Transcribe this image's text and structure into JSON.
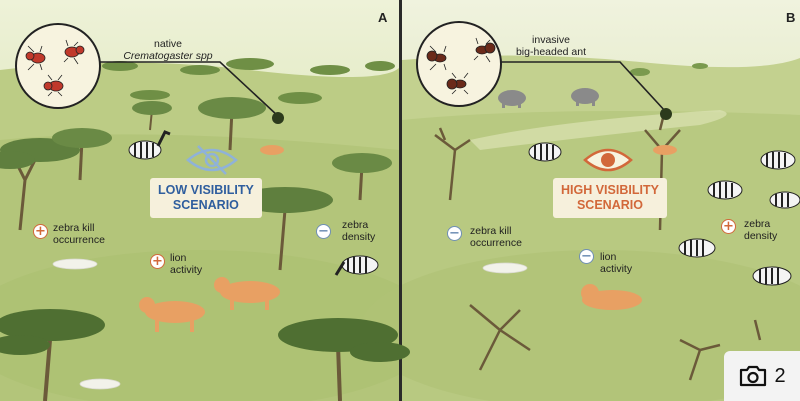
{
  "panels": {
    "left": {
      "letter": "A",
      "callout_line1": "native",
      "callout_line2": "Crematogaster spp",
      "scenario_line1": "LOW VISIBILITY",
      "scenario_line2": "SCENARIO",
      "scenario_color": "#2f5e9e",
      "eye_icon": "eye-slashed-icon",
      "labels": {
        "zebra_kill_1": "zebra kill",
        "zebra_kill_2": "occurrence",
        "lion_1": "lion",
        "lion_2": "activity",
        "density_1": "zebra",
        "density_2": "density"
      },
      "signs": {
        "zebra_kill": "+",
        "lion": "+",
        "density": "−"
      }
    },
    "right": {
      "letter": "B",
      "callout_line1": "invasive",
      "callout_line2": "big-headed ant",
      "scenario_line1": "HIGH VISIBILITY",
      "scenario_line2": "SCENARIO",
      "scenario_color": "#d2683a",
      "eye_icon": "eye-open-icon",
      "labels": {
        "zebra_kill_1": "zebra kill",
        "zebra_kill_2": "occurrence",
        "lion_1": "lion",
        "lion_2": "activity",
        "density_1": "zebra",
        "density_2": "density"
      },
      "signs": {
        "zebra_kill": "−",
        "lion": "−",
        "density": "+"
      }
    }
  },
  "colors": {
    "plus": "#d2683a",
    "minus": "#6f8fb5",
    "ground": "#b8c98a",
    "tree": "#5f7f3e",
    "lion": "#e8a063"
  },
  "gallery": {
    "icon": "camera-icon",
    "count": "2"
  }
}
